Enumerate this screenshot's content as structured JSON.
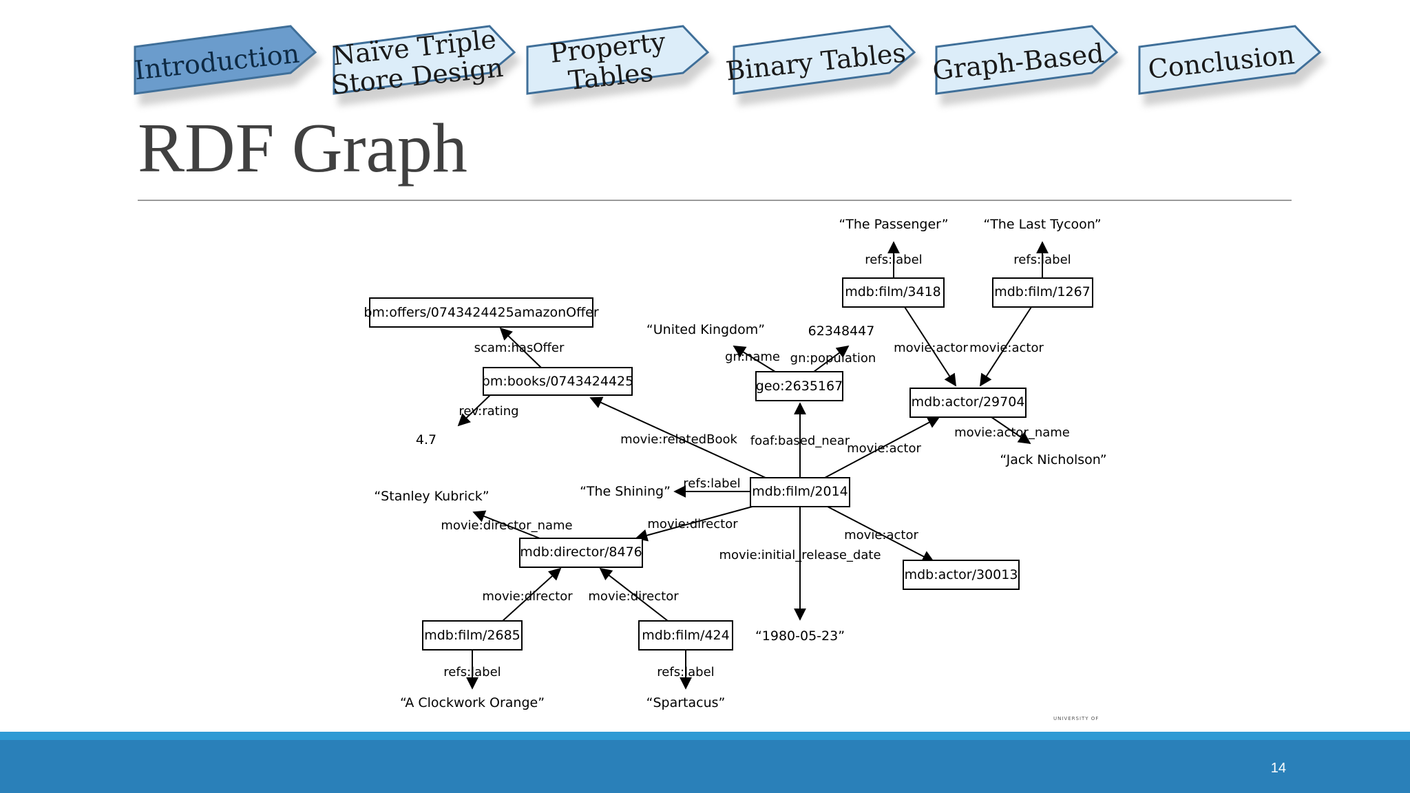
{
  "nav": {
    "tabs": [
      {
        "lines": [
          "Introduction"
        ],
        "active": true
      },
      {
        "lines": [
          "Naïve Triple",
          "Store Design"
        ],
        "active": false
      },
      {
        "lines": [
          "Property",
          "Tables"
        ],
        "active": false
      },
      {
        "lines": [
          "Binary Tables"
        ],
        "active": false
      },
      {
        "lines": [
          "Graph-Based"
        ],
        "active": false
      },
      {
        "lines": [
          "Conclusion"
        ],
        "active": false
      }
    ],
    "active_color": "#6b9ccc",
    "inactive_color": "#dcedf9",
    "border_color": "#3f6f99"
  },
  "title": "RDF Graph",
  "graph": {
    "nodes": {
      "offers": "bm:offers/0743424425amazonOffer",
      "books": "bm:books/0743424425",
      "geo": "geo:2635167",
      "film3418": "mdb:film/3418",
      "film1267": "mdb:film/1267",
      "actor29704": "mdb:actor/29704",
      "film2014": "mdb:film/2014",
      "director8476": "mdb:director/8476",
      "actor30013": "mdb:actor/30013",
      "film2685": "mdb:film/2685",
      "film424": "mdb:film/424"
    },
    "literals": {
      "passenger": "“The Passenger”",
      "tycoon": "“The Last Tycoon”",
      "uk": "“United Kingdom”",
      "population": "62348447",
      "rating": "4.7",
      "nicholson": "“Jack Nicholson”",
      "kubrick": "“Stanley Kubrick”",
      "shining": "“The Shining”",
      "date": "“1980-05-23”",
      "clockwork": "“A Clockwork Orange”",
      "spartacus": "“Spartacus”"
    },
    "edges": {
      "label3418": "refs:label",
      "label1267": "refs:label",
      "hasOffer": "scam:hasOffer",
      "gnname": "gn:name",
      "gnpop": "gn:population",
      "actor3418": "movie:actor",
      "actor1267": "movie:actor",
      "rating": "rev:rating",
      "relatedBook": "movie:relatedBook",
      "basedNear": "foaf:based_near",
      "actor2014a": "movie:actor",
      "actorName": "movie:actor_name",
      "label2014": "refs:label",
      "directorName": "movie:director_name",
      "director2014": "movie:director",
      "actor2014b": "movie:actor",
      "releaseDate": "movie:initial_release_date",
      "director2685": "movie:director",
      "director424": "movie:director",
      "label2685": "refs:label",
      "label424": "refs:label"
    },
    "university_mark": "UNIVERSITY OF"
  },
  "footer": {
    "page_number": "14",
    "light_color": "#2f9ad4",
    "dark_color": "#2a80b9"
  }
}
